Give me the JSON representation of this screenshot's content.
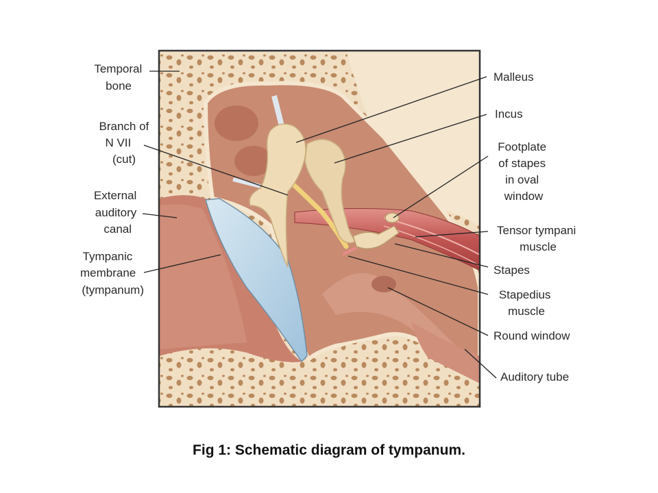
{
  "caption": "Fig 1: Schematic diagram of tympanum.",
  "labels": {
    "temporal_bone": [
      "Temporal",
      "bone"
    ],
    "branch_n7": [
      "Branch of",
      "N VII",
      "(cut)"
    ],
    "external_canal": [
      "External",
      "auditory",
      "canal"
    ],
    "tympanic_membrane": [
      "Tympanic",
      "membrane",
      "(tympanum)"
    ],
    "malleus": [
      "Malleus"
    ],
    "incus": [
      "Incus"
    ],
    "footplate": [
      "Footplate",
      "of stapes",
      "in oval",
      "window"
    ],
    "tensor": [
      "Tensor tympani",
      "muscle"
    ],
    "stapes": [
      "Stapes"
    ],
    "stapedius": [
      "Stapedius",
      "muscle"
    ],
    "round_window": [
      "Round window"
    ],
    "auditory_tube": [
      "Auditory tube"
    ]
  },
  "colors": {
    "bone": "#f1dfc4",
    "bone_pore": "#b98a5e",
    "cavity": "#c98b72",
    "canal": "#c9816d",
    "membrane": "#b7d3e6",
    "ossicle": "#efdcb6",
    "muscle": "#c9605e",
    "nerve": "#f0d27a"
  }
}
